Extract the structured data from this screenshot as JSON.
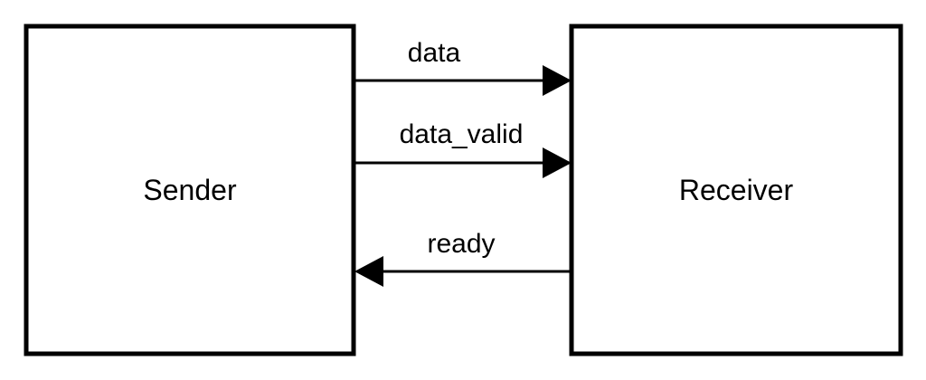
{
  "blocks": {
    "sender": {
      "label": "Sender"
    },
    "receiver": {
      "label": "Receiver"
    }
  },
  "signals": [
    {
      "label": "data",
      "direction": "sender-to-receiver"
    },
    {
      "label": "data_valid",
      "direction": "sender-to-receiver"
    },
    {
      "label": "ready",
      "direction": "receiver-to-sender"
    }
  ],
  "colors": {
    "stroke": "#000000",
    "background": "#ffffff"
  }
}
